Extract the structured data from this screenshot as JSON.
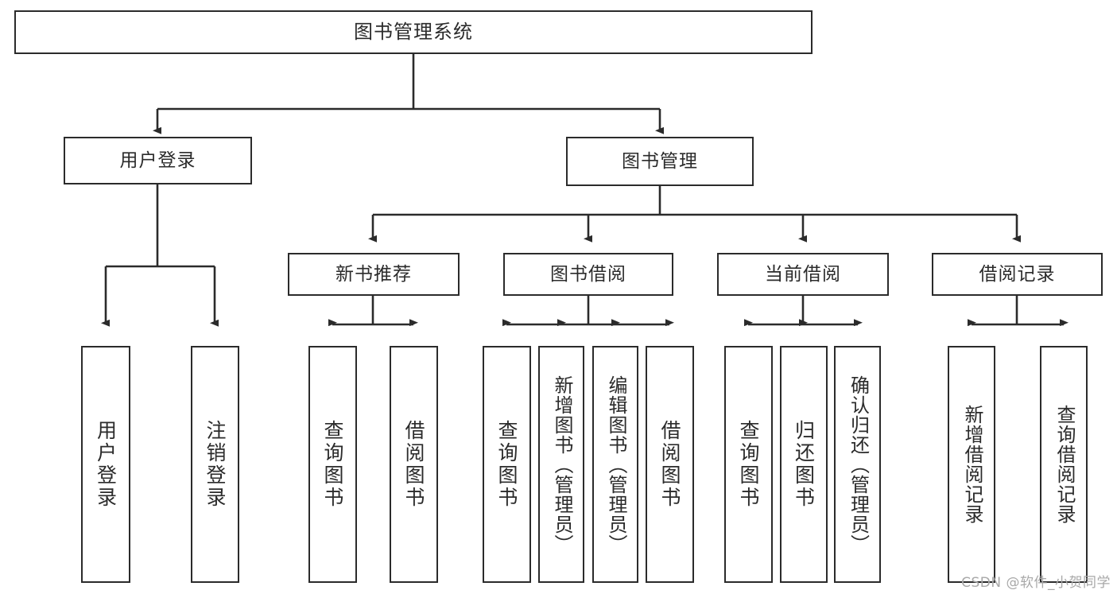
{
  "diagram": {
    "type": "tree",
    "title": "图书管理系统",
    "orientation": "top-down",
    "colors": {
      "box_border": "#2b2b2b",
      "box_fill": "#ffffff",
      "connector": "#2b2b2b",
      "text": "#2b2b2b",
      "watermark": "#a8a8a8",
      "background": "#ffffff"
    }
  },
  "root": {
    "label": "图书管理系统"
  },
  "level1": [
    {
      "label": "用户登录"
    },
    {
      "label": "图书管理"
    }
  ],
  "level2": [
    {
      "label": "新书推荐"
    },
    {
      "label": "图书借阅"
    },
    {
      "label": "当前借阅"
    },
    {
      "label": "借阅记录"
    }
  ],
  "leaves": {
    "user_login": [
      {
        "label": "用户登录"
      },
      {
        "label": "注销登录"
      }
    ],
    "new_book": [
      {
        "label": "查询图书"
      },
      {
        "label": "借阅图书"
      }
    ],
    "borrow_book": [
      {
        "label": "查询图书"
      },
      {
        "label": "新增图书（管理员）"
      },
      {
        "label": "编辑图书（管理员）"
      },
      {
        "label": "借阅图书"
      }
    ],
    "current_borrow": [
      {
        "label": "查询图书"
      },
      {
        "label": "归还图书"
      },
      {
        "label": "确认归还（管理员）"
      }
    ],
    "borrow_record": [
      {
        "label": "新增借阅记录"
      },
      {
        "label": "查询借阅记录"
      }
    ]
  },
  "watermark": {
    "text": "CSDN @软件_小贺同学"
  }
}
